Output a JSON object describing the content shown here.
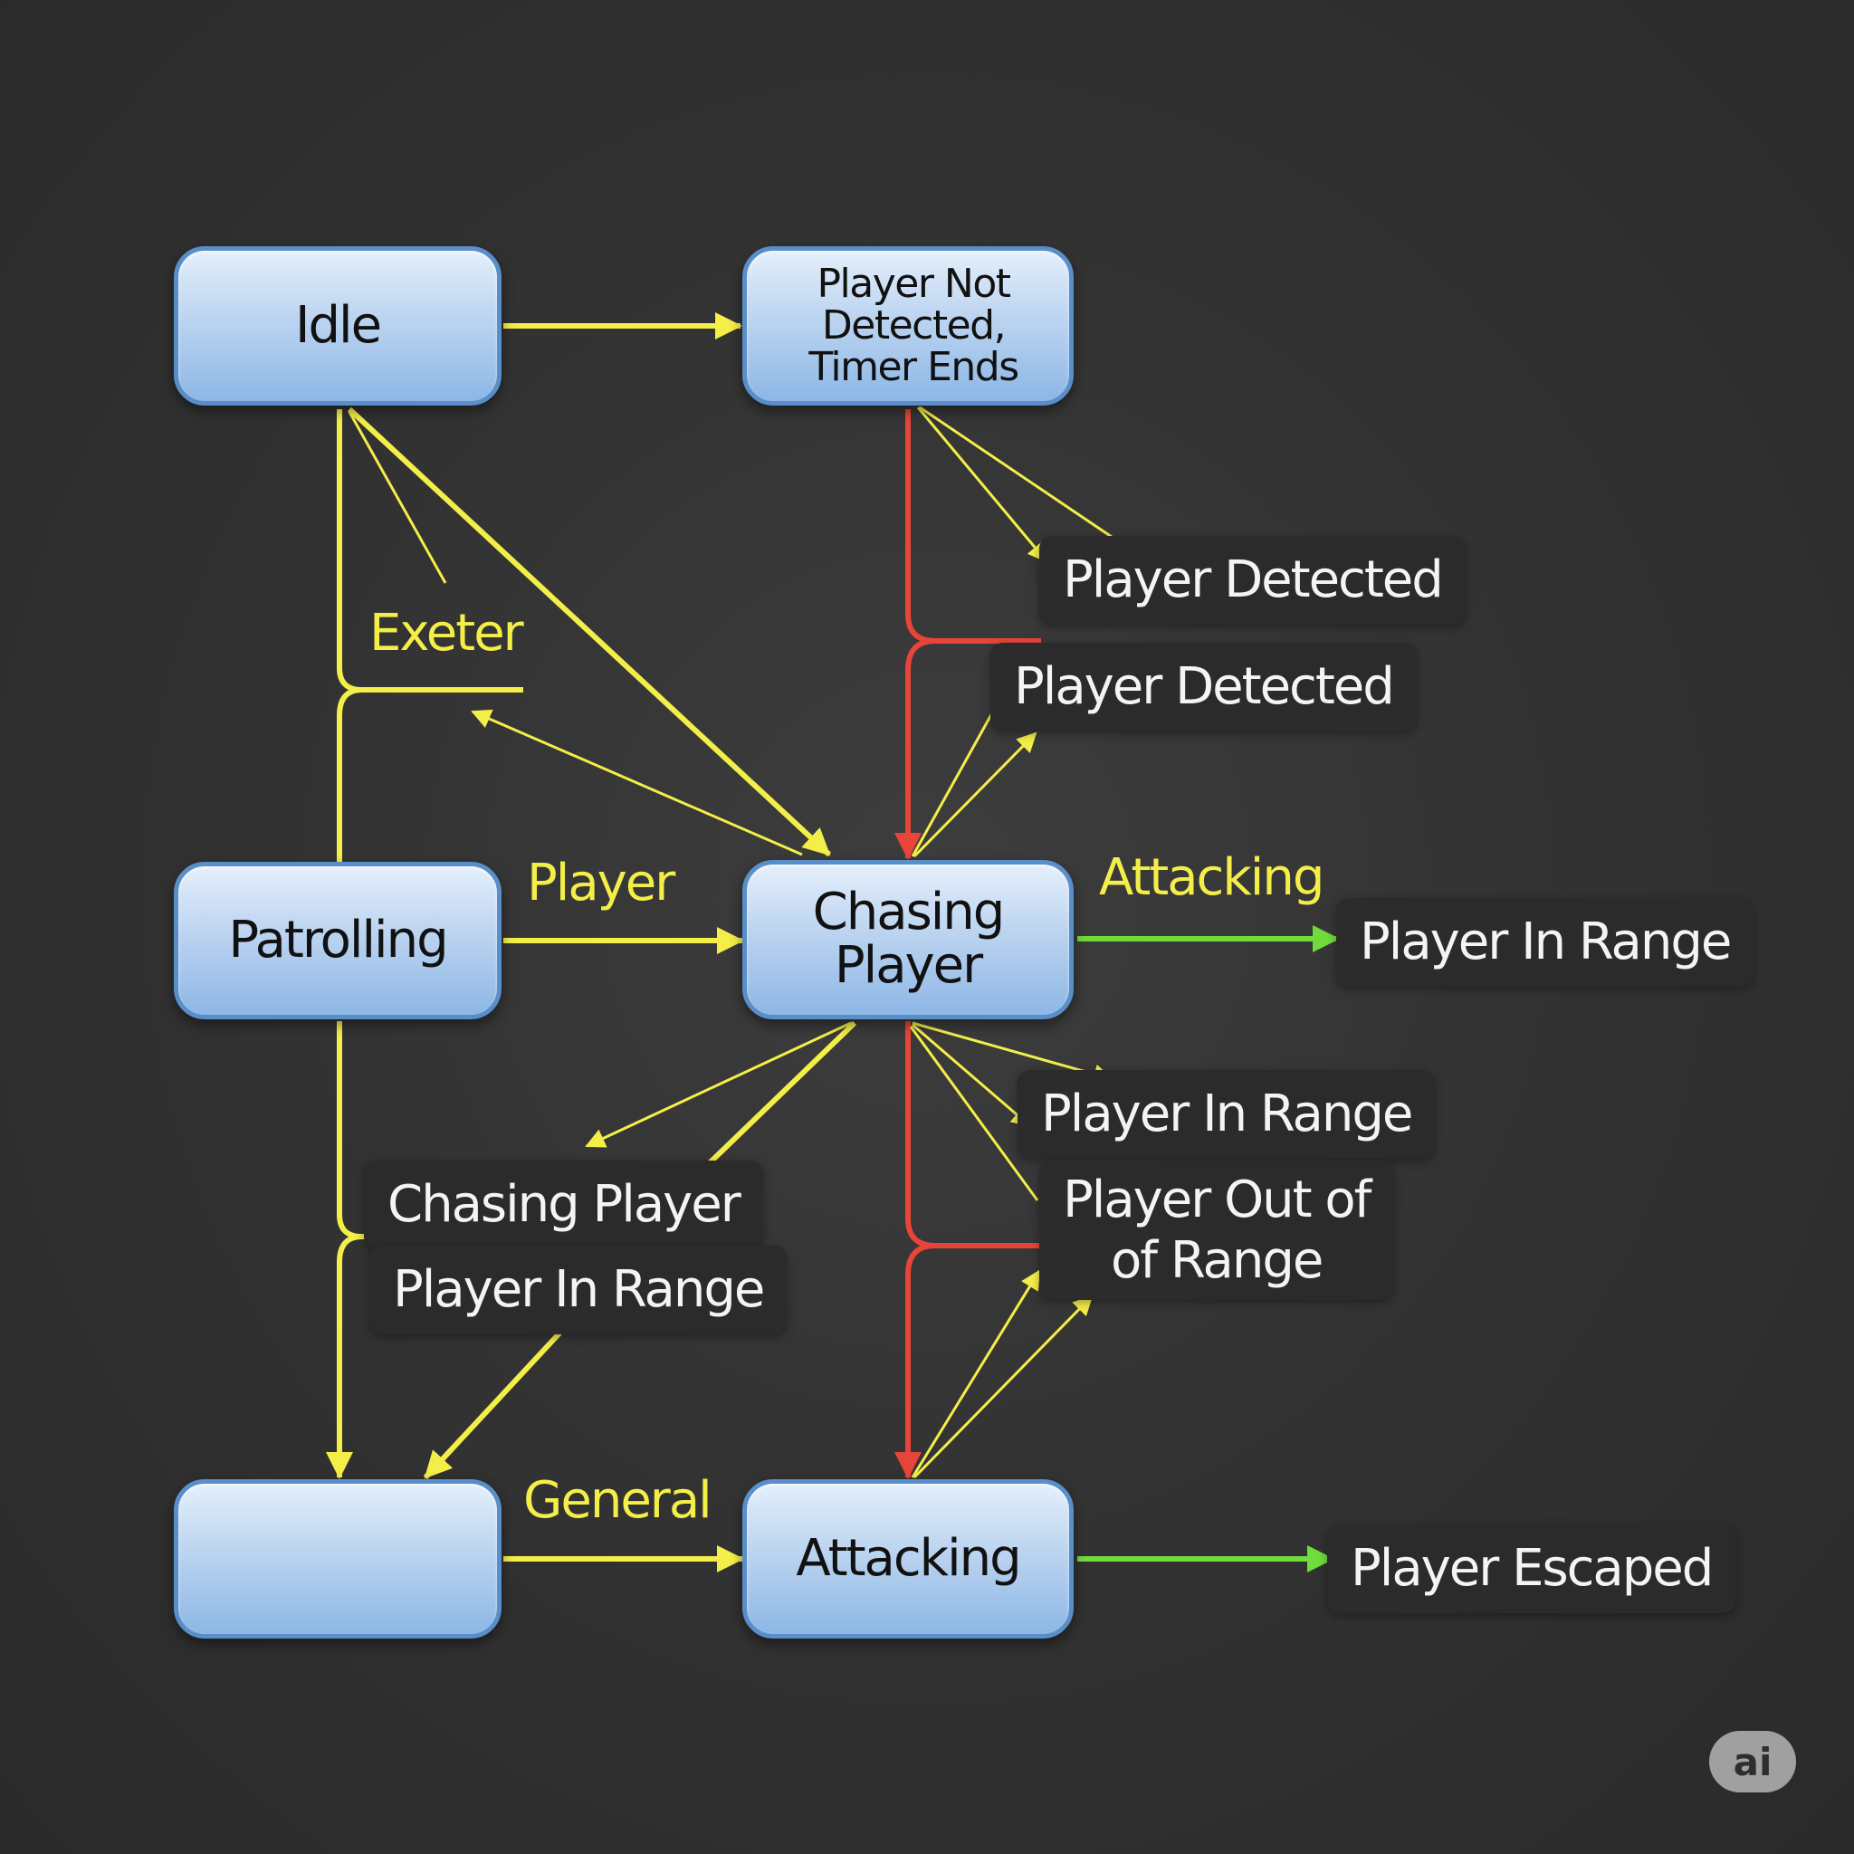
{
  "colors": {
    "background": "#333333",
    "node_fill": "#bcd4f0",
    "node_border": "#5a8ec9",
    "yellow_edge": "#f4ee49",
    "red_edge": "#e8453a",
    "green_edge": "#6fdc3c"
  },
  "nodes": {
    "idle": "Idle",
    "timer": "Player Not Detected,\nTimer Ends",
    "patrolling": "Patrolling",
    "chasing": "Chasing Player",
    "blank": "",
    "attacking": "Attacking"
  },
  "labels": {
    "player_detected_1": "Player Detected",
    "player_detected_2": "Player Detected",
    "player_in_range_right": "Player In Range",
    "player_in_range_mid": "Player In Range",
    "player_out_of_range": "Player Out of\nof Range",
    "chasing_player_lower": "Chasing Player",
    "player_in_range_lower": "Player In Range",
    "player_escaped": "Player Escaped"
  },
  "edge_labels": {
    "exeter": "Exeter",
    "player": "Player",
    "attacking": "Attacking",
    "general": "General"
  },
  "badge": {
    "text": "ai"
  }
}
